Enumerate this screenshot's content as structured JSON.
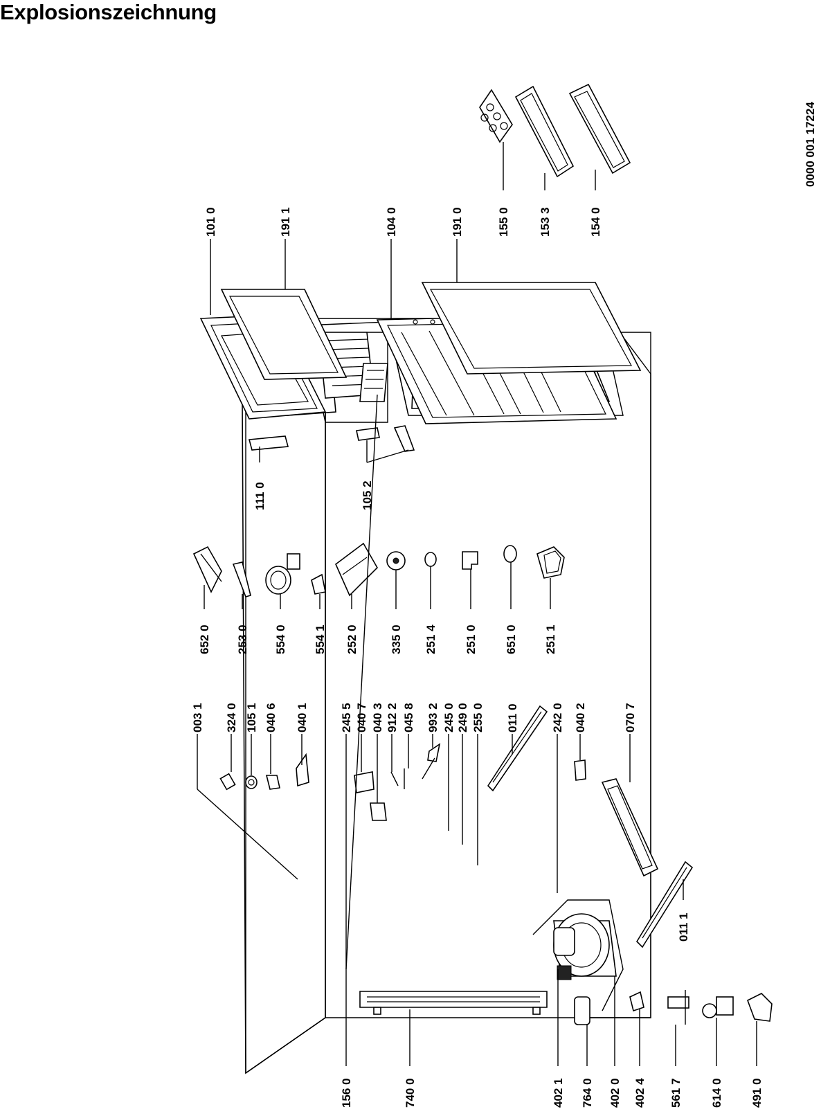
{
  "title": "Explosionszeichnung",
  "drawing_number": "0000 001 17224",
  "labels": {
    "l1010": "101 0",
    "l1911": "191 1",
    "l1040": "104 0",
    "l1910": "191 0",
    "l1550": "155 0",
    "l1533": "153 3",
    "l1540": "154 0",
    "l1110": "111 0",
    "l1052": "105 2",
    "l6520": "652 0",
    "l2530": "253 0",
    "l5540": "554 0",
    "l5541": "554 1",
    "l2520": "252 0",
    "l3350": "335 0",
    "l2514": "251 4",
    "l2510": "251 0",
    "l6510": "651 0",
    "l2511": "251 1",
    "l0031": "003 1",
    "l3240": "324 0",
    "l1051": "105 1",
    "l0406": "040 6",
    "l0401": "040 1",
    "l2455": "245 5",
    "l0407": "040 7",
    "l0403": "040 3",
    "l9122": "912 2",
    "l0458": "045 8",
    "l9932": "993 2",
    "l2450": "245 0",
    "l2490": "249 0",
    "l2550": "255 0",
    "l0110": "011 0",
    "l2420": "242 0",
    "l0402": "040 2",
    "l0707": "070 7",
    "l0111": "011 1",
    "l1560": "156 0",
    "l7400": "740 0",
    "l4021": "402 1",
    "l7640": "764 0",
    "l4020": "402 0",
    "l4024": "402 4",
    "l5617": "561 7",
    "l6140": "614 0",
    "l4910": "491 0"
  }
}
